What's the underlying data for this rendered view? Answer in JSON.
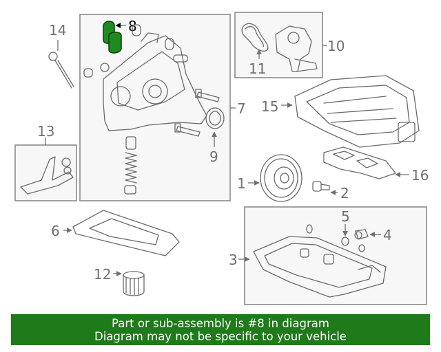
{
  "callouts": {
    "c1": "1",
    "c2": "2",
    "c3": "3",
    "c4": "4",
    "c5": "5",
    "c6": "6",
    "c7": "7",
    "c8": "8",
    "c9": "9",
    "c10": "10",
    "c11": "11",
    "c12": "12",
    "c13": "13",
    "c14": "14",
    "c15": "15",
    "c16": "16"
  },
  "highlight": {
    "color": "#1f8a1f",
    "part_number": "8"
  },
  "banner": {
    "line1": "Part or sub-assembly is #8 in diagram",
    "line2": "Diagram may not be specific to your vehicle",
    "background": "#1f7a1a"
  }
}
